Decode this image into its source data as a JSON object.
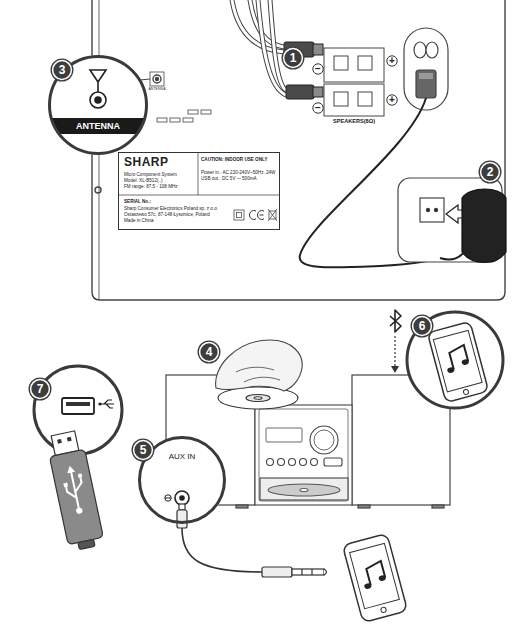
{
  "diagram": {
    "nodes": [
      {
        "text": [
          "1"
        ]
      },
      {
        "text": [
          "3"
        ]
      },
      {
        "text": [
          "ANTENNA"
        ]
      },
      {
        "text": [
          "+"
        ]
      },
      {
        "text": [
          "−"
        ]
      },
      {
        "text": [
          "+"
        ]
      },
      {
        "text": [
          "−"
        ]
      },
      {
        "text": [
          "2"
        ]
      },
      {
        "text": [
          "SHARP",
          "Micro Component System",
          "Model: XL-B512(..)",
          "FM range: 87.5 - 108 MHz",
          "CAUTION: INDOOR USE ONLY",
          "Power in.: AC 220-240V~50Hz, 24W",
          "USB out.: DC 5V ⎓ 500mA",
          "SERIAL No.:",
          "Sharp Consumer Electronics Poland sp. z o.o.",
          "Ostaszewo 57c, 87-148 Łysomice, Poland",
          "Made in China"
        ]
      },
      {
        "text": [
          "6"
        ]
      },
      {
        "text": [
          "4"
        ]
      },
      {
        "text": [
          "7"
        ]
      },
      {
        "text": [
          "5"
        ]
      },
      {
        "text": [
          "AUX IN"
        ]
      }
    ],
    "labels": [
      "ANTENNA",
      "SPEAKERS(8Ω)"
    ]
  }
}
